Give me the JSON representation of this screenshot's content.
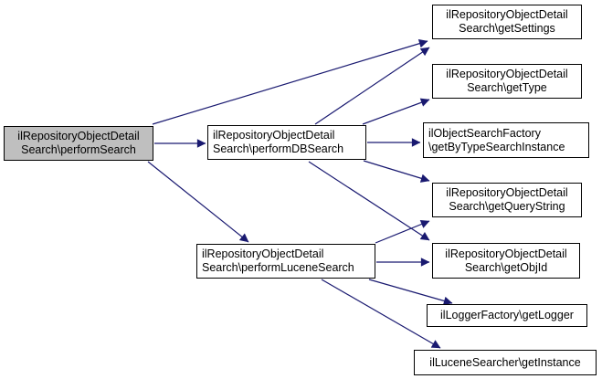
{
  "diagram": {
    "type": "doxygen-call-graph",
    "colors": {
      "edge": "#191970",
      "node_border": "#000000",
      "node_fill": "#ffffff",
      "highlight_fill": "#bfbfbf",
      "background": "#ffffff"
    },
    "nodes": [
      {
        "id": "performSearch",
        "label": "ilRepositoryObjectDetail\nSearch\\performSearch",
        "highlighted": true
      },
      {
        "id": "performDBSearch",
        "label": "ilRepositoryObjectDetail\nSearch\\performDBSearch",
        "highlighted": false
      },
      {
        "id": "performLuceneSearch",
        "label": "ilRepositoryObjectDetail\nSearch\\performLuceneSearch",
        "highlighted": false
      },
      {
        "id": "getSettings",
        "label": "ilRepositoryObjectDetail\nSearch\\getSettings",
        "highlighted": false
      },
      {
        "id": "getType",
        "label": "ilRepositoryObjectDetail\nSearch\\getType",
        "highlighted": false
      },
      {
        "id": "getByTypeSearchInstance",
        "label": "ilObjectSearchFactory\n\\getByTypeSearchInstance",
        "highlighted": false
      },
      {
        "id": "getQueryString",
        "label": "ilRepositoryObjectDetail\nSearch\\getQueryString",
        "highlighted": false
      },
      {
        "id": "getObjId",
        "label": "ilRepositoryObjectDetail\nSearch\\getObjId",
        "highlighted": false
      },
      {
        "id": "getLogger",
        "label": "ilLoggerFactory\\getLogger",
        "highlighted": false
      },
      {
        "id": "getInstance",
        "label": "ilLuceneSearcher\\getInstance",
        "highlighted": false
      }
    ],
    "edges": [
      {
        "from": "performSearch",
        "to": "performDBSearch"
      },
      {
        "from": "performSearch",
        "to": "getSettings"
      },
      {
        "from": "performSearch",
        "to": "performLuceneSearch"
      },
      {
        "from": "performDBSearch",
        "to": "getSettings"
      },
      {
        "from": "performDBSearch",
        "to": "getType"
      },
      {
        "from": "performDBSearch",
        "to": "getByTypeSearchInstance"
      },
      {
        "from": "performDBSearch",
        "to": "getQueryString"
      },
      {
        "from": "performDBSearch",
        "to": "getObjId"
      },
      {
        "from": "performLuceneSearch",
        "to": "getQueryString"
      },
      {
        "from": "performLuceneSearch",
        "to": "getObjId"
      },
      {
        "from": "performLuceneSearch",
        "to": "getLogger"
      },
      {
        "from": "performLuceneSearch",
        "to": "getInstance"
      }
    ]
  }
}
